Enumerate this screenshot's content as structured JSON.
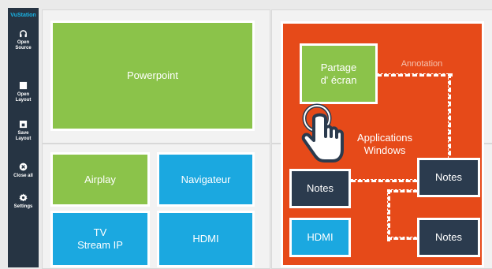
{
  "sidebar": {
    "brand": "VuStation",
    "items": [
      {
        "label_line1": "Open",
        "label_line2": "Source",
        "icon": "headphones-icon"
      },
      {
        "label_line1": "Open",
        "label_line2": "Layout",
        "icon": "square-icon"
      },
      {
        "label_line1": "Save",
        "label_line2": "Layout",
        "icon": "save-icon"
      },
      {
        "label_line1": "Close all",
        "label_line2": "",
        "icon": "close-circle-icon"
      },
      {
        "label_line1": "Settings",
        "label_line2": "",
        "icon": "gear-icon"
      }
    ]
  },
  "tiles": {
    "powerpoint": "Powerpoint",
    "airplay": "Airplay",
    "navigateur": "Navigateur",
    "tv_line1": "TV",
    "tv_line2": "Stream IP",
    "hdmi": "HDMI"
  },
  "active_panel": {
    "partage_line1": "Partage",
    "partage_line2": "d' écran",
    "annotation": "Annotation",
    "apps_line1": "Applications",
    "apps_line2": "Windows",
    "notes_left": "Notes",
    "notes_right_top": "Notes",
    "notes_right_bottom": "Notes",
    "hdmi": "HDMI"
  },
  "colors": {
    "sidebar": "#263443",
    "green": "#8bc34a",
    "blue": "#1ba8e0",
    "red": "#e64a19",
    "navy": "#2b3b4e",
    "brand": "#19b4e6"
  }
}
